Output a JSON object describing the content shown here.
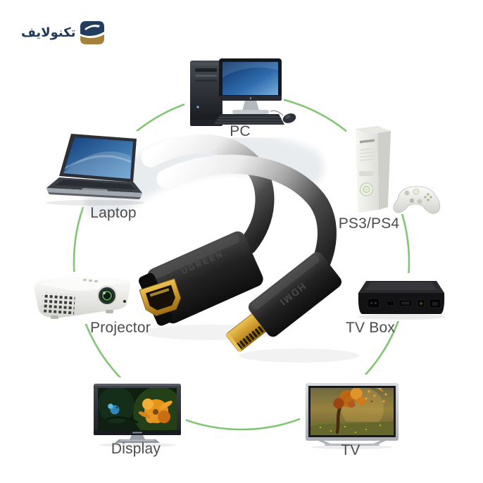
{
  "page": {
    "background": "#ffffff"
  },
  "logo": {
    "brand_text": "تكنولايف",
    "navy_color": "#21395b",
    "gold_color": "#a5823a"
  },
  "diagram": {
    "circle_color": "#74bf63",
    "label_color": "#4c4c4c",
    "devices": [
      {
        "id": "pc",
        "label": "PC"
      },
      {
        "id": "laptop",
        "label": "Laptop"
      },
      {
        "id": "ps3-ps4",
        "label": "PS3/PS4"
      },
      {
        "id": "projector",
        "label": "Projector"
      },
      {
        "id": "tv-box",
        "label": "TV Box"
      },
      {
        "id": "display",
        "label": "Display"
      },
      {
        "id": "tv",
        "label": "TV"
      }
    ]
  },
  "cable": {
    "female_connector_text": "UGREEN",
    "male_connector_text": "HDMI",
    "gold_color": "#c8952a",
    "body_color": "#1c1c1c"
  }
}
